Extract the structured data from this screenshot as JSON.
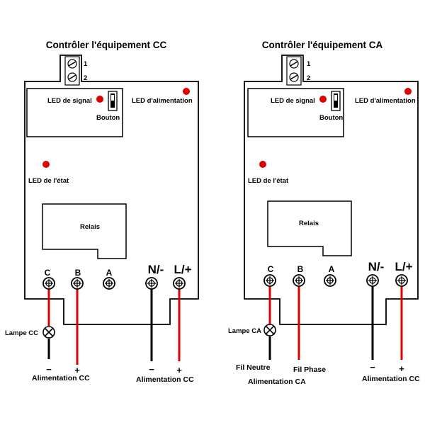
{
  "colors": {
    "led": "#e00000",
    "red_wire": "#e00000",
    "black_wire": "#000000",
    "board": "#000000"
  },
  "dc": {
    "title": "Contrôler l'équipement CC",
    "terminal_1": "1",
    "terminal_2": "2",
    "led_signal": "LED de signal",
    "button": "Bouton",
    "led_power": "LED d'alimentation",
    "led_status": "LED de l'état",
    "relay": "Relais",
    "term_c": "C",
    "term_b": "B",
    "term_a": "A",
    "term_n": "N/-",
    "term_l": "L/+",
    "lamp": "Lampe CC",
    "left_minus": "−",
    "left_plus": "+",
    "left_supply": "Alimentation CC",
    "right_minus": "−",
    "right_plus": "+",
    "right_supply": "Alimentation CC"
  },
  "ac": {
    "title": "Contrôler l'équipement CA",
    "terminal_1": "1",
    "terminal_2": "2",
    "led_signal": "LED de signal",
    "button": "Bouton",
    "led_power": "LED d'alimentation",
    "led_status": "LED de l'état",
    "relay": "Relais",
    "term_c": "C",
    "term_b": "B",
    "term_a": "A",
    "term_n": "N/-",
    "term_l": "L/+",
    "lamp": "Lampe CA",
    "neutral": "Fil Neutre",
    "phase": "Fil Phase",
    "left_supply": "Alimentation CA",
    "right_minus": "−",
    "right_plus": "+",
    "right_supply": "Alimentation CC"
  }
}
